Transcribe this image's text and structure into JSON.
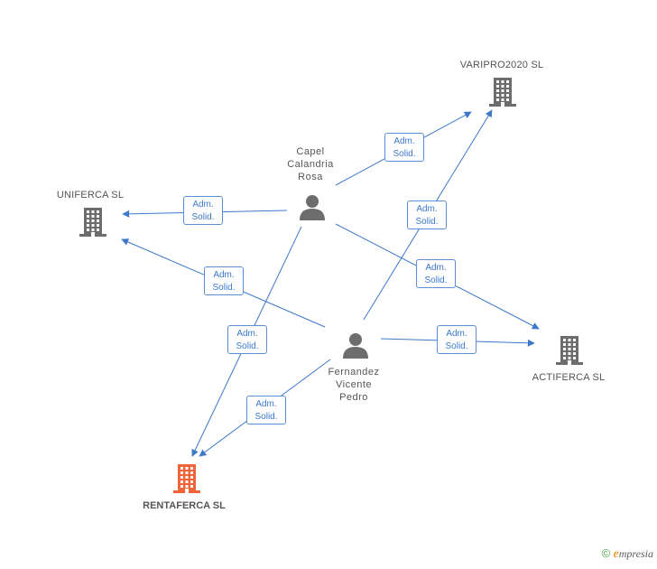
{
  "nodes": {
    "capel": {
      "label": "Capel\nCalandria\nRosa",
      "icon": "person-icon"
    },
    "fernandez": {
      "label": "Fernandez\nVicente\nPedro",
      "icon": "person-icon"
    },
    "varipro": {
      "label": "VARIPRO2020 SL",
      "icon": "building-icon"
    },
    "uniferca": {
      "label": "UNIFERCA SL",
      "icon": "building-icon"
    },
    "actiferca": {
      "label": "ACTIFERCA SL",
      "icon": "building-icon"
    },
    "rentaferca": {
      "label": "RENTAFERCA SL",
      "icon": "building-icon"
    }
  },
  "edge_label": "Adm.\nSolid.",
  "colors": {
    "edge": "#3d78c9",
    "node_gray": "#6d6d6d",
    "focus": "#f0643a"
  },
  "footer": {
    "copyright": "©",
    "brand_e": "e",
    "brand_rest": "mpresia"
  }
}
